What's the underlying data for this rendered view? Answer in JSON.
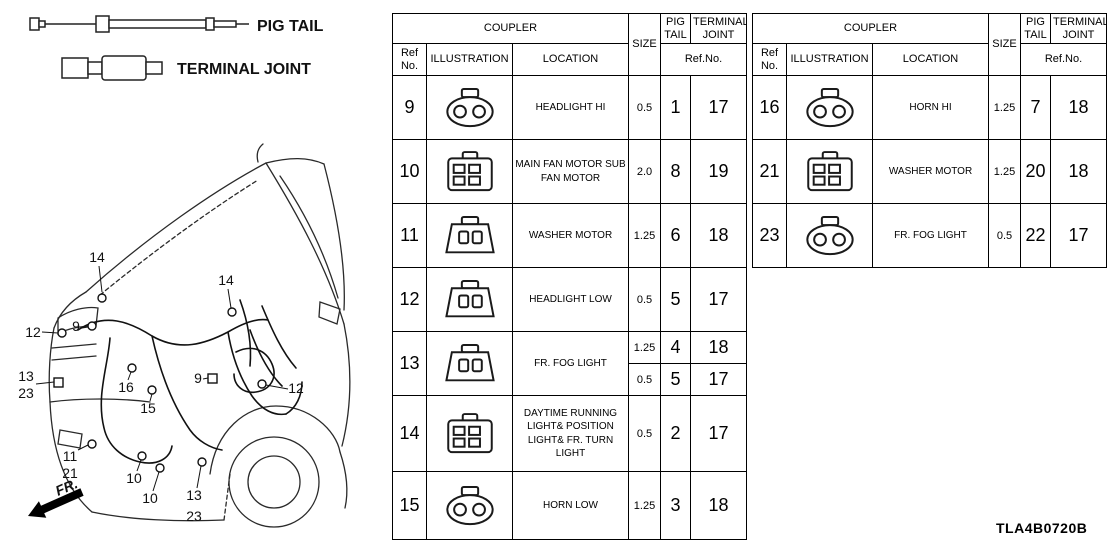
{
  "legend": {
    "pig_tail": "PIG TAIL",
    "terminal_joint": "TERMINAL JOINT"
  },
  "diagram": {
    "fr_label": "FR.",
    "callouts": [
      "14",
      "9",
      "12",
      "13",
      "23",
      "16",
      "15",
      "11",
      "21",
      "10",
      "10",
      "13",
      "23",
      "14",
      "9",
      "12"
    ]
  },
  "table_headers": {
    "coupler": "COUPLER",
    "ref_no": "Ref No.",
    "illustration": "ILLUSTRATION",
    "location": "LOCATION",
    "size": "SIZE",
    "pig_tail": "PIG TAIL",
    "terminal_joint": "TERMINAL JOINT",
    "ref_no_sub": "Ref.No."
  },
  "table1": {
    "rows": [
      {
        "ref": "9",
        "location": "HEADLIGHT HI",
        "size": "0.5",
        "pig_tail": "1",
        "terminal_joint": "17"
      },
      {
        "ref": "10",
        "location": "MAIN FAN MOTOR SUB FAN MOTOR",
        "size": "2.0",
        "pig_tail": "8",
        "terminal_joint": "19"
      },
      {
        "ref": "11",
        "location": "WASHER MOTOR",
        "size": "1.25",
        "pig_tail": "6",
        "terminal_joint": "18"
      },
      {
        "ref": "12",
        "location": "HEADLIGHT LOW",
        "size": "0.5",
        "pig_tail": "5",
        "terminal_joint": "17"
      },
      {
        "ref": "13",
        "location": "FR. FOG LIGHT",
        "variants": [
          {
            "size": "1.25",
            "pig_tail": "4",
            "terminal_joint": "18"
          },
          {
            "size": "0.5",
            "pig_tail": "5",
            "terminal_joint": "17"
          }
        ]
      },
      {
        "ref": "14",
        "location": "DAYTIME RUNNING LIGHT& POSITION LIGHT& FR. TURN LIGHT",
        "size": "0.5",
        "pig_tail": "2",
        "terminal_joint": "17"
      },
      {
        "ref": "15",
        "location": "HORN LOW",
        "size": "1.25",
        "pig_tail": "3",
        "terminal_joint": "18"
      }
    ]
  },
  "table2": {
    "rows": [
      {
        "ref": "16",
        "location": "HORN HI",
        "size": "1.25",
        "pig_tail": "7",
        "terminal_joint": "18"
      },
      {
        "ref": "21",
        "location": "WASHER MOTOR",
        "size": "1.25",
        "pig_tail": "20",
        "terminal_joint": "18"
      },
      {
        "ref": "23",
        "location": "FR. FOG LIGHT",
        "size": "0.5",
        "pig_tail": "22",
        "terminal_joint": "17"
      }
    ]
  },
  "footer": {
    "part_code": "TLA4B0720B"
  }
}
